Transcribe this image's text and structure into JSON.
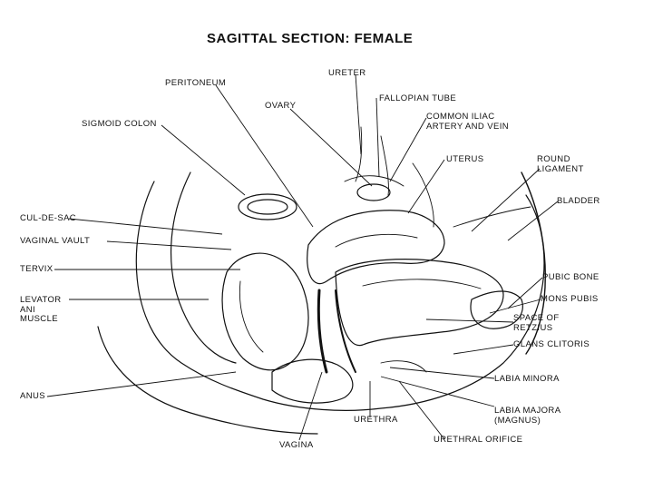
{
  "title": "SAGITTAL SECTION:  FEMALE",
  "labels": {
    "ureter": "URETER",
    "peritoneum": "PERITONEUM",
    "fallopian_tube": "FALLOPIAN TUBE",
    "ovary": "OVARY",
    "common_iliac": "COMMON ILIAC\nARTERY AND VEIN",
    "sigmoid_colon": "SIGMOID COLON",
    "uterus": "UTERUS",
    "round_ligament": "ROUND\nLIGAMENT",
    "bladder": "BLADDER",
    "cul_de_sac": "CUL-DE-SAC",
    "vaginal_vault": "VAGINAL VAULT",
    "cervix": "TERVIX",
    "pubic_bone": "PUBIC BONE",
    "levator_ani": "LEVATOR\nANI\nMUSCLE",
    "mons_pubis": "MONS PUBIS",
    "space_of_retzius": "SPACE OF\nRETZIUS",
    "glans_clitoris": "GLANS CLITORIS",
    "labia_minora": "LABIA MINORA",
    "anus": "ANUS",
    "labia_majora": "LABIA MAJORA\n(MAGNUS)",
    "urethra": "URETHRA",
    "urethral_orifice": "URETHRAL ORIFICE",
    "vagina": "VAGINA"
  },
  "colors": {
    "ink": "#111111",
    "background": "#ffffff"
  }
}
